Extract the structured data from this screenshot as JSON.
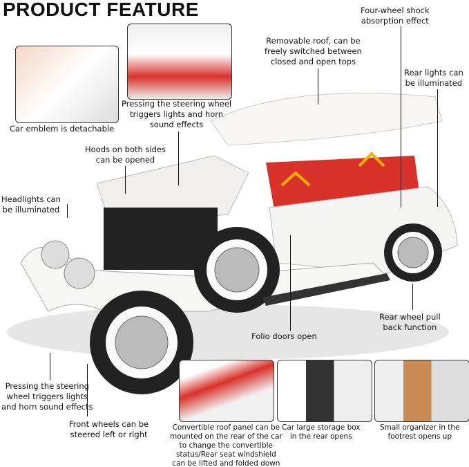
{
  "title": "PRODUCT FEATURE",
  "labels": {
    "emblem": "Car emblem is detachable",
    "steering_top": [
      "Pressing the steering wheel",
      "triggers lights and horn",
      "sound effects"
    ],
    "hoods": [
      "Hoods on both sides",
      "can be opened"
    ],
    "headlights": [
      "Headlights can",
      "be illuminated"
    ],
    "shock": [
      "Four-wheel shock",
      "absorption effect"
    ],
    "roof": [
      "Removable roof, can be",
      "freely switched between",
      "closed and open tops"
    ],
    "rear_lights": [
      "Rear lights can",
      "be illuminated"
    ],
    "pullback": [
      "Rear wheel pull",
      "back function"
    ],
    "folio": "Folio doors open",
    "steering_bottom": [
      "Pressing the steering",
      "wheel triggers lights",
      "and horn sound effects"
    ],
    "front_wheels": [
      "Front wheels can be",
      "steered left or right"
    ],
    "convertible": [
      "Convertible roof panel can be",
      "mounted on the rear of the car",
      "to change the convertible",
      "status/Rear seat windshield",
      "can be lifted and folded down"
    ],
    "storage": [
      "Car large storage box",
      "in the rear opens"
    ],
    "organizer": [
      "Small organizer in the",
      "footrest opens up"
    ]
  },
  "colors": {
    "car_body": "#f4f4f2",
    "interior": "#d8322a",
    "arrow": "#f2b400"
  }
}
